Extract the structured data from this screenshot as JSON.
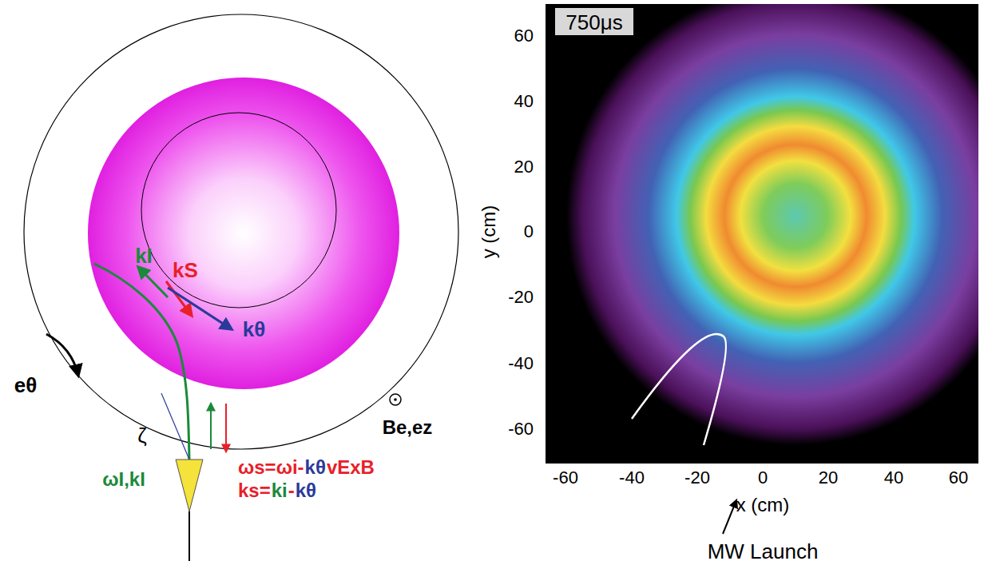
{
  "diagram": {
    "labels": [
      "kI",
      "kS",
      "kθ",
      "ζ",
      "eθ",
      "Be,ez",
      "ωI,kI",
      "ωs=ωi-",
      "kθ",
      "vExB",
      "ks=",
      "ki",
      "-",
      "kθ",
      "750μs",
      "60",
      "40",
      "20",
      "0",
      "-20",
      "-40",
      "-60",
      "-60",
      "-40",
      "-20",
      "0",
      "20",
      "40",
      "60",
      "y (cm)",
      "x (cm)",
      "MW Launch"
    ]
  }
}
